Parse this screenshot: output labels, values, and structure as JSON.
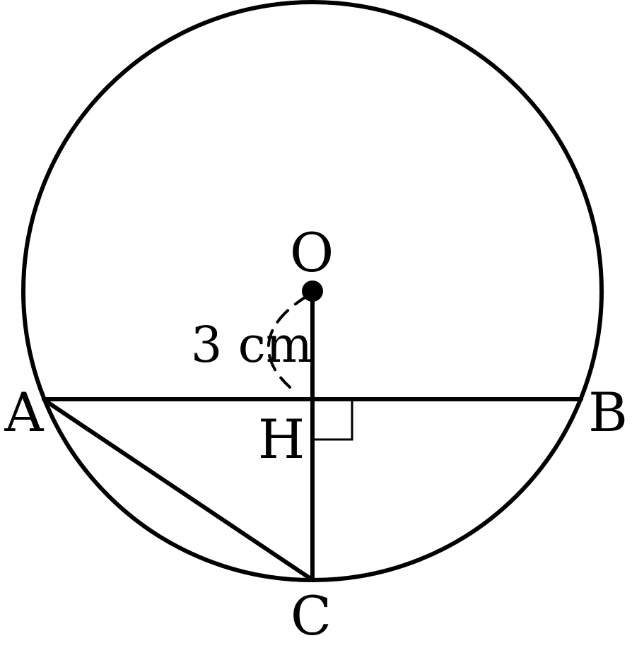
{
  "diagram": {
    "points": {
      "O": "O",
      "A": "A",
      "B": "B",
      "H": "H",
      "C": "C"
    },
    "measurement": "3 cm"
  }
}
